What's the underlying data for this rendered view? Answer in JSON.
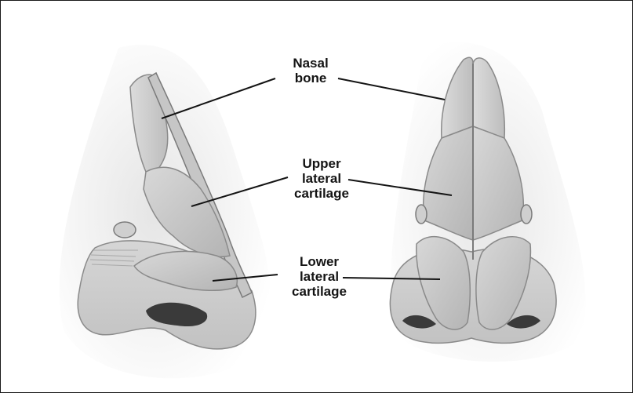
{
  "labels": {
    "nasal_bone": {
      "line1": "Nasal",
      "line2": "bone"
    },
    "upper_lateral_cartilage": {
      "line1": "Upper",
      "line2": "lateral",
      "line3": "cartilage"
    },
    "lower_lateral_cartilage": {
      "line1": "Lower",
      "line2": "lateral",
      "line3": "cartilage"
    }
  },
  "colors": {
    "ink": "#141414",
    "frame": "#1a1a1a",
    "tissue": "#d4d4d4",
    "tissue_light": "#e6e6e6",
    "tissue_dark": "#9a9a9a",
    "shadow": "#3a3a3a"
  }
}
